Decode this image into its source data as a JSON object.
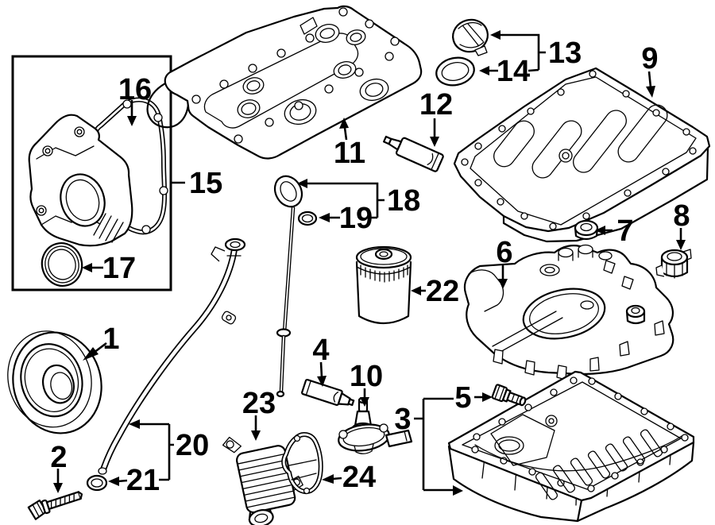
{
  "diagram": {
    "kind": "exploded-parts-diagram",
    "subject": "engine oil sump, valve cover and timing cover components",
    "background_color": "#ffffff",
    "line_color": "#000000",
    "callouts": {
      "c1": {
        "label": "1",
        "part": "crankshaft-pulley"
      },
      "c2": {
        "label": "2",
        "part": "pulley-bolt"
      },
      "c3": {
        "label": "3",
        "part": "lower-oil-pan"
      },
      "c4": {
        "label": "4",
        "part": "sealant-tube"
      },
      "c5": {
        "label": "5",
        "part": "oil-drain-plug"
      },
      "c6": {
        "label": "6",
        "part": "oil-pan-baffle"
      },
      "c7": {
        "label": "7",
        "part": "seal-grommet"
      },
      "c8": {
        "label": "8",
        "part": "sealing-valve"
      },
      "c9": {
        "label": "9",
        "part": "upper-oil-pan"
      },
      "c10": {
        "label": "10",
        "part": "oil-level-sensor"
      },
      "c11": {
        "label": "11",
        "part": "valve-cover"
      },
      "c12": {
        "label": "12",
        "part": "sealant-tube"
      },
      "c13": {
        "label": "13",
        "part": "oil-filler-cap"
      },
      "c14": {
        "label": "14",
        "part": "filler-cap-seal"
      },
      "c15": {
        "label": "15",
        "part": "timing-cover"
      },
      "c16": {
        "label": "16",
        "part": "timing-cover-gasket"
      },
      "c17": {
        "label": "17",
        "part": "crankshaft-seal"
      },
      "c18": {
        "label": "18",
        "part": "oil-dipstick"
      },
      "c19": {
        "label": "19",
        "part": "dipstick-o-ring"
      },
      "c20": {
        "label": "20",
        "part": "dipstick-guide-tube"
      },
      "c21": {
        "label": "21",
        "part": "tube-o-ring"
      },
      "c22": {
        "label": "22",
        "part": "oil-filter"
      },
      "c23": {
        "label": "23",
        "part": "oil-cooler"
      },
      "c24": {
        "label": "24",
        "part": "oil-cooler-gasket"
      }
    }
  }
}
